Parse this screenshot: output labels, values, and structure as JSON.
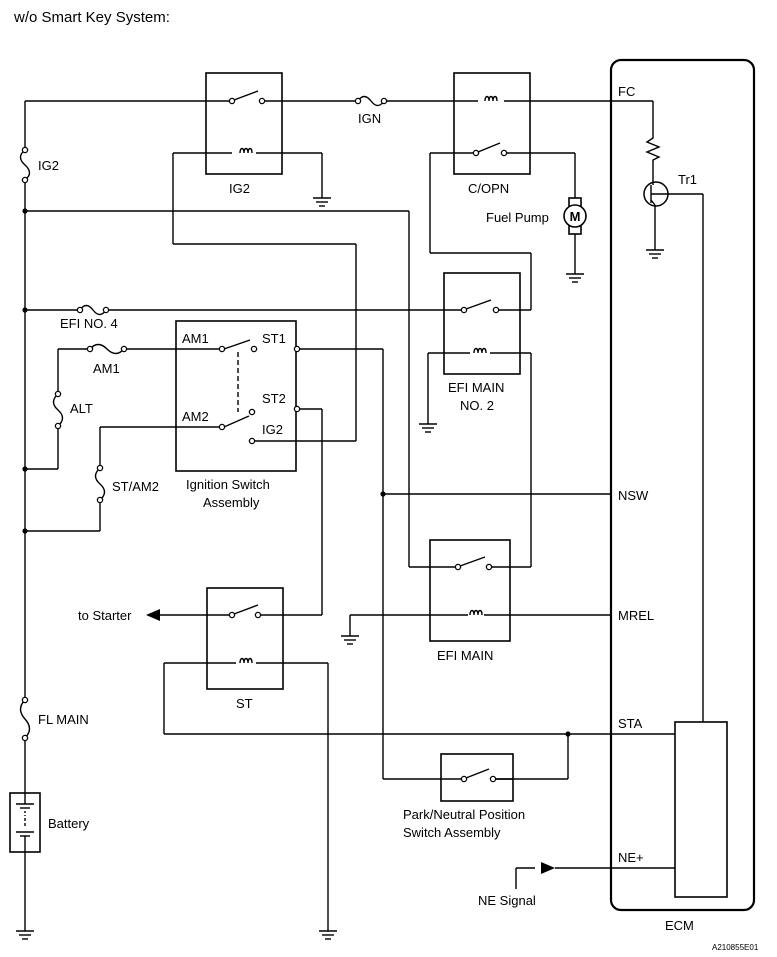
{
  "header": {
    "title": "w/o Smart Key System:"
  },
  "fuses": {
    "ig2": "IG2",
    "ign": "IGN",
    "efi_no4": "EFI NO. 4",
    "am1": "AM1",
    "alt": "ALT",
    "st_am2": "ST/AM2",
    "fl_main": "FL MAIN"
  },
  "relays": {
    "ig2": "IG2",
    "c_opn": "C/OPN",
    "efi_main_no2_line1": "EFI MAIN",
    "efi_main_no2_line2": "NO. 2",
    "efi_main": "EFI MAIN",
    "st": "ST"
  },
  "ignition_switch": {
    "am1": "AM1",
    "st1": "ST1",
    "am2": "AM2",
    "st2": "ST2",
    "ig2": "IG2",
    "label_line1": "Ignition Switch",
    "label_line2": "Assembly"
  },
  "components": {
    "fuel_pump": "Fuel Pump",
    "motor_symbol": "M",
    "battery": "Battery",
    "to_starter": "to Starter",
    "pnp_line1": "Park/Neutral Position",
    "pnp_line2": "Switch Assembly",
    "ne_signal": "NE Signal",
    "tr1": "Tr1"
  },
  "ecm": {
    "label": "ECM",
    "terminals": {
      "fc": "FC",
      "nsw": "NSW",
      "mrel": "MREL",
      "sta": "STA",
      "ne": "NE+"
    }
  },
  "footer": {
    "code": "A210855E01"
  }
}
